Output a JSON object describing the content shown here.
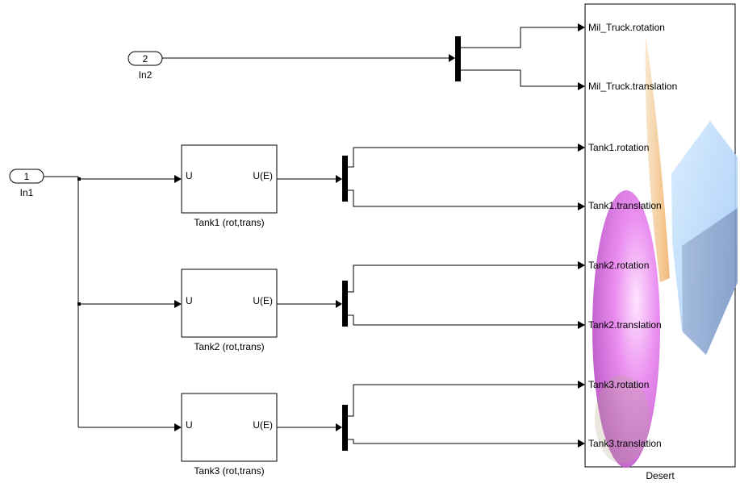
{
  "inports": [
    {
      "number": "1",
      "name": "In1"
    },
    {
      "number": "2",
      "name": "In2"
    }
  ],
  "subsystems": [
    {
      "input_label": "U",
      "output_label": "U(E)",
      "name": "Tank1 (rot,trans)"
    },
    {
      "input_label": "U",
      "output_label": "U(E)",
      "name": "Tank2 (rot,trans)"
    },
    {
      "input_label": "U",
      "output_label": "U(E)",
      "name": "Tank3 (rot,trans)"
    }
  ],
  "vr_sink": {
    "name": "Desert",
    "ports": [
      "Mil_Truck.rotation",
      "Mil_Truck.translation",
      "Tank1.rotation",
      "Tank1.translation",
      "Tank2.rotation",
      "Tank2.translation",
      "Tank3.rotation",
      "Tank3.translation"
    ]
  },
  "colors": {
    "wire": "#000000",
    "magenta_shape": "#e070e8",
    "blue_shape": "#8fb6f0",
    "orange_shape": "#f3c78c"
  }
}
